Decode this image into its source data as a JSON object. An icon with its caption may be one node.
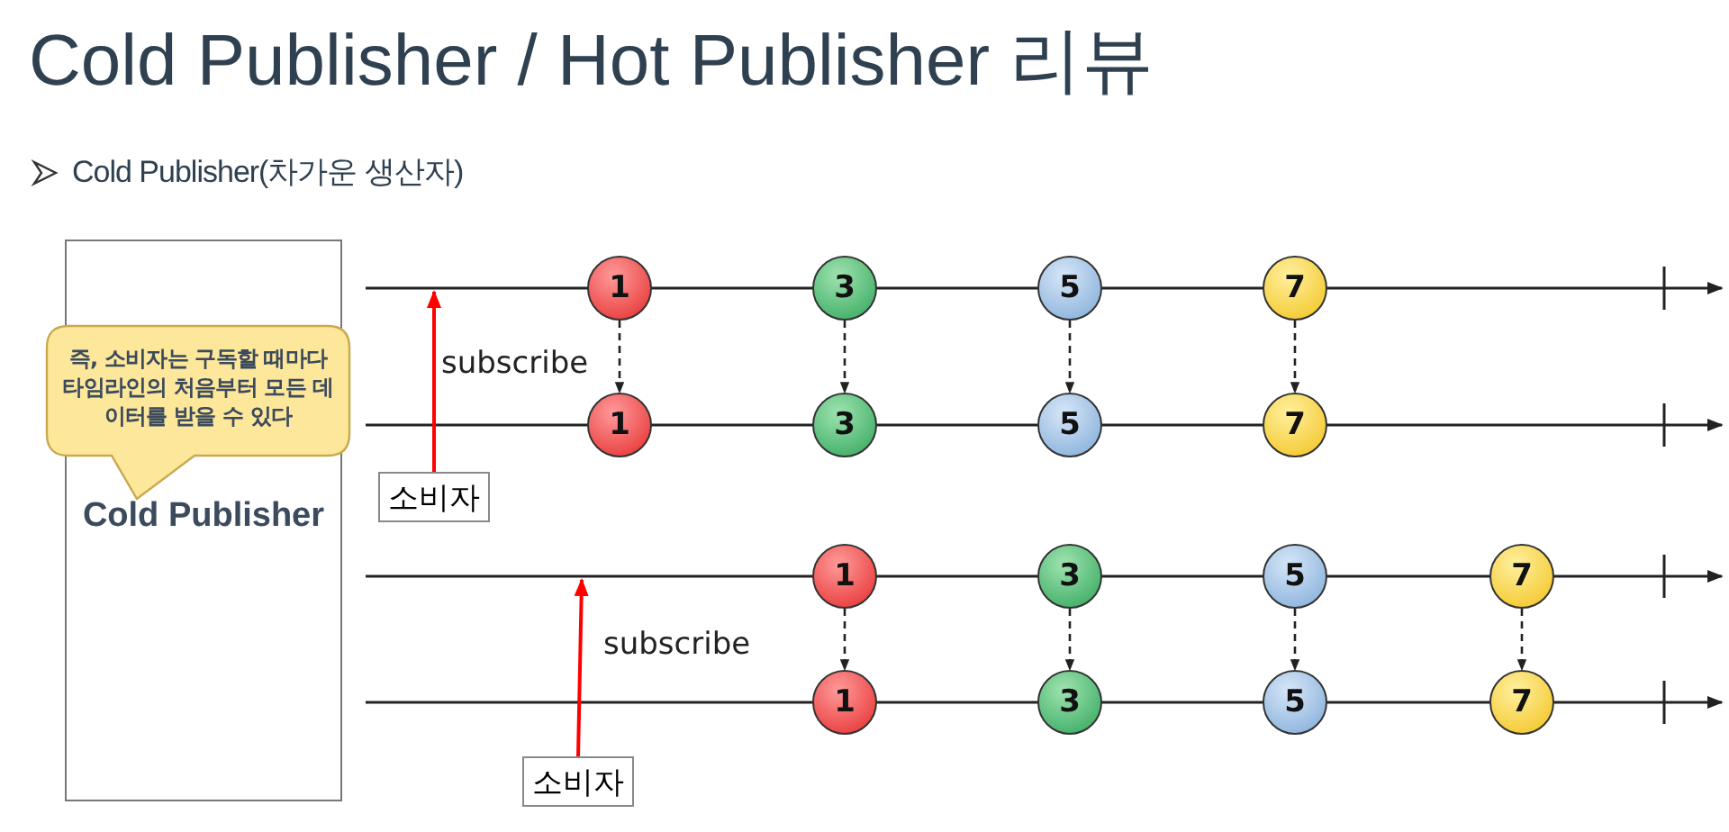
{
  "diagram": {
    "title": "Cold Publisher / Hot Publisher 리뷰",
    "nodes": [
      {
        "text": [
          "Cold Publisher"
        ]
      },
      {
        "text": [
          "즉, 소비자는 구독할 때마다 타임라인의 처음부터 모든 데이터를 받을 수 있다"
        ]
      },
      {
        "text": [
          "1"
        ]
      },
      {
        "text": [
          "3"
        ]
      },
      {
        "text": [
          "5"
        ]
      },
      {
        "text": [
          "7"
        ]
      },
      {
        "text": [
          "1"
        ]
      },
      {
        "text": [
          "3"
        ]
      },
      {
        "text": [
          "5"
        ]
      },
      {
        "text": [
          "7"
        ]
      },
      {
        "text": [
          "소비자"
        ]
      },
      {
        "text": [
          "1"
        ]
      },
      {
        "text": [
          "3"
        ]
      },
      {
        "text": [
          "5"
        ]
      },
      {
        "text": [
          "7"
        ]
      },
      {
        "text": [
          "1"
        ]
      },
      {
        "text": [
          "3"
        ]
      },
      {
        "text": [
          "5"
        ]
      },
      {
        "text": [
          "7"
        ]
      },
      {
        "text": [
          "소비자"
        ]
      }
    ],
    "edges": [
      {
        "from": 2,
        "to": 6,
        "arrow": "to",
        "style": "dashed"
      },
      {
        "from": 3,
        "to": 7,
        "arrow": "to",
        "style": "dashed"
      },
      {
        "from": 4,
        "to": 8,
        "arrow": "to",
        "style": "dashed"
      },
      {
        "from": 5,
        "to": 9,
        "arrow": "to",
        "style": "dashed"
      },
      {
        "from": 10,
        "to": null,
        "arrow": "to",
        "label": "subscribe",
        "color": "#ff0000"
      },
      {
        "from": 11,
        "to": 15,
        "arrow": "to",
        "style": "dashed"
      },
      {
        "from": 12,
        "to": 16,
        "arrow": "to",
        "style": "dashed"
      },
      {
        "from": 13,
        "to": 17,
        "arrow": "to",
        "style": "dashed"
      },
      {
        "from": 14,
        "to": 18,
        "arrow": "to",
        "style": "dashed"
      },
      {
        "from": 19,
        "to": null,
        "arrow": "to",
        "label": "subscribe",
        "color": "#ff0000"
      }
    ],
    "labels": [
      "Cold Publisher(차가운 생산자)"
    ]
  }
}
